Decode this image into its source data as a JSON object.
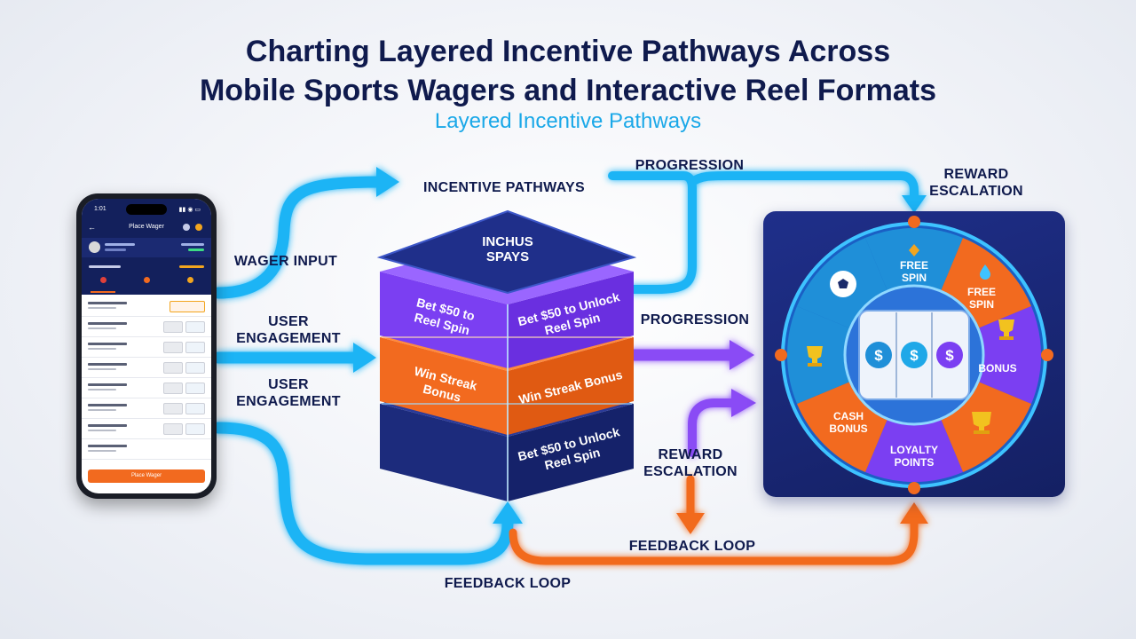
{
  "title": {
    "line1": "Charting Layered Incentive Pathways Across",
    "line2": "Mobile Sports Wagers and Interactive Reel Formats",
    "subtitle": "Layered Incentive Pathways"
  },
  "flow_labels": {
    "wager_input": "WAGER INPUT",
    "user_engagement_1": "USER\nENGAGEMENT",
    "user_engagement_2": "USER\nENGAGEMENT",
    "incentive_pathways": "INCENTIVE PATHWAYS",
    "progression_top": "PROGRESSION",
    "progression_mid": "PROGRESSION",
    "reward_escalation_top": "REWARD\nESCALATION",
    "reward_escalation_mid": "REWARD\nESCALATION",
    "feedback_loop_right": "FEEDBACK LOOP",
    "feedback_loop_bottom": "FEEDBACK LOOP"
  },
  "stack": {
    "top_label": "INCHUS\nSPAYS",
    "purple_left": "Bet $50 to\nReel Spin",
    "purple_right": "Bet $50 to Unlock\nReel Spin",
    "orange_left": "Win Streak\nBonus",
    "orange_right": "Win Streak Bonus",
    "navy_right": "Bet $50 to Unlock\nReel Spin"
  },
  "phone": {
    "time": "1:01",
    "header": "Place Wager",
    "cta": "Place Wager"
  },
  "wheel": {
    "segments": {
      "free_spin_top": "FREE\nSPIN",
      "free_spin_right": "FREE\nSPIN",
      "bonus": "BONUS",
      "cash_bonus": "CASH\nBONUS",
      "loyalty_points": "LOYALTY\nPOINTS"
    },
    "reel_symbols": [
      "$",
      "$",
      "$"
    ]
  },
  "colors": {
    "navy": "#0f1a4d",
    "cyan": "#1aa8e8",
    "purple": "#7b3ff2",
    "orange": "#f26a1f",
    "wheel_blue": "#1f8fd8"
  }
}
